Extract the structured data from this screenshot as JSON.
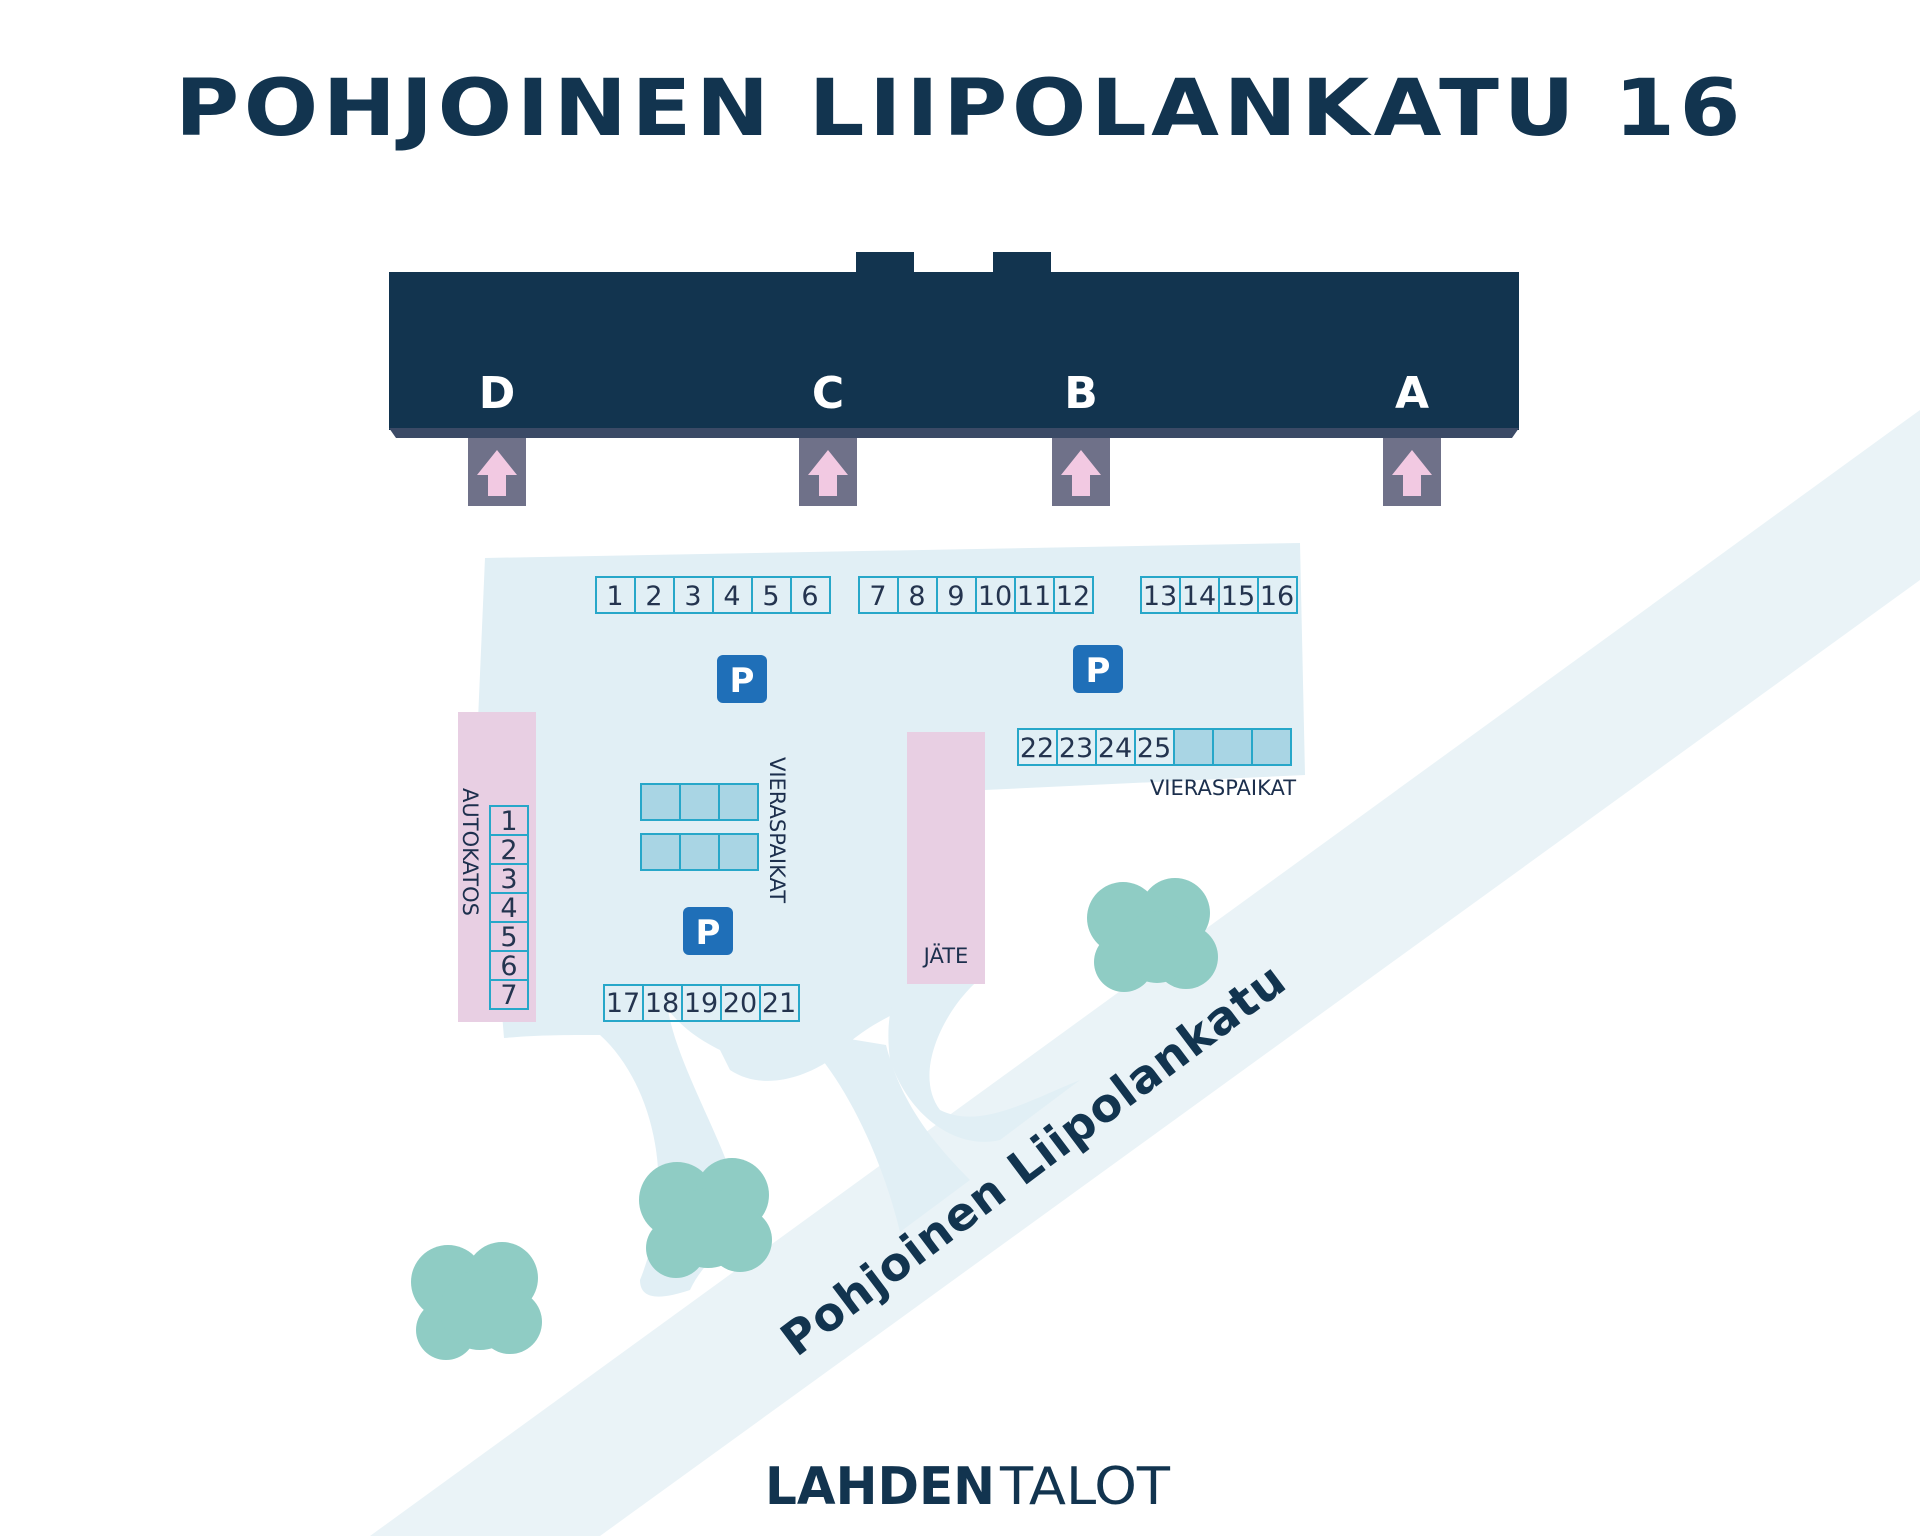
{
  "title": "POHJOINEN LIIPOLANKATU 16",
  "building": {
    "entrances": [
      "D",
      "C",
      "B",
      "A"
    ]
  },
  "parking": {
    "top_row_1": [
      "1",
      "2",
      "3",
      "4",
      "5",
      "6"
    ],
    "top_row_2": [
      "7",
      "8",
      "9",
      "10",
      "11",
      "12"
    ],
    "top_row_3": [
      "13",
      "14",
      "15",
      "16"
    ],
    "right_row": [
      "22",
      "23",
      "24",
      "25"
    ],
    "bottom_row": [
      "17",
      "18",
      "19",
      "20",
      "21"
    ],
    "carport_stalls": [
      "1",
      "2",
      "3",
      "4",
      "5",
      "6",
      "7"
    ],
    "parking_symbol": "P"
  },
  "labels": {
    "carport": "AUTOKATOS",
    "guest_parking_left": "VIERASPAIKAT",
    "guest_parking_right": "VIERASPAIKAT",
    "waste": "JÄTE",
    "street": "Pohjoinen Liipolankatu"
  },
  "logo": {
    "part1": "LAHDEN",
    "part2": "TALOT"
  },
  "colors": {
    "navy": "#12344f",
    "ground": "#e3f0f5",
    "stall_line": "#27a7c9",
    "guest_fill": "#a9d5e4",
    "pink": "#e8cfe3",
    "tree": "#8fccc4",
    "parking_sign": "#1f6fb8",
    "entrance_box": "#6f7189",
    "arrow": "#f2c9e2"
  }
}
